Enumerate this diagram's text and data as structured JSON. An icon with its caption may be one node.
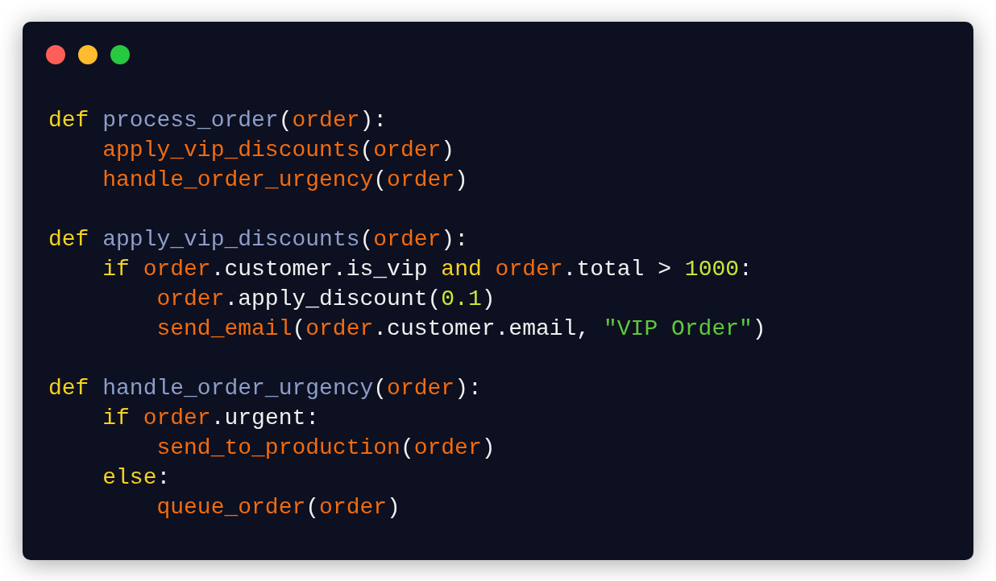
{
  "diagram": {
    "labels": [
      "def process_order(order):",
      "    apply_vip_discounts(order)",
      "    handle_order_urgency(order)",
      "def apply_vip_discounts(order):",
      "    if order.customer.is_vip and order.total > 1000:",
      "        order.apply_discount(0.1)",
      "        send_email(order.customer.email, \"VIP Order\")",
      "def handle_order_urgency(order):",
      "    if order.urgent:",
      "        send_to_production(order)",
      "    else:",
      "        queue_order(order)"
    ]
  }
}
